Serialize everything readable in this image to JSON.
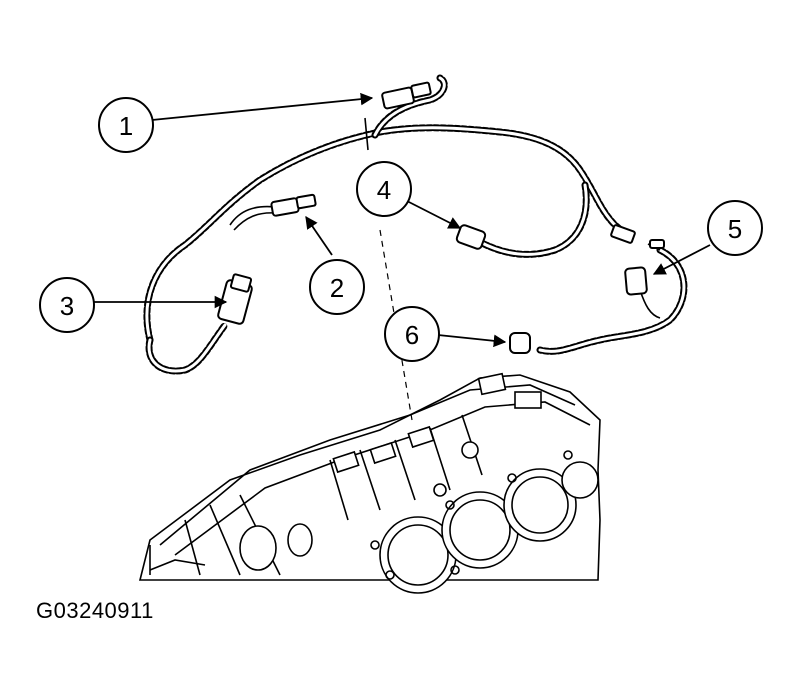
{
  "figure_id": "G03240911",
  "callouts": [
    {
      "number": "1"
    },
    {
      "number": "2"
    },
    {
      "number": "3"
    },
    {
      "number": "4"
    },
    {
      "number": "5"
    },
    {
      "number": "6"
    }
  ],
  "colors": {
    "line": "#000000",
    "background": "#ffffff"
  }
}
